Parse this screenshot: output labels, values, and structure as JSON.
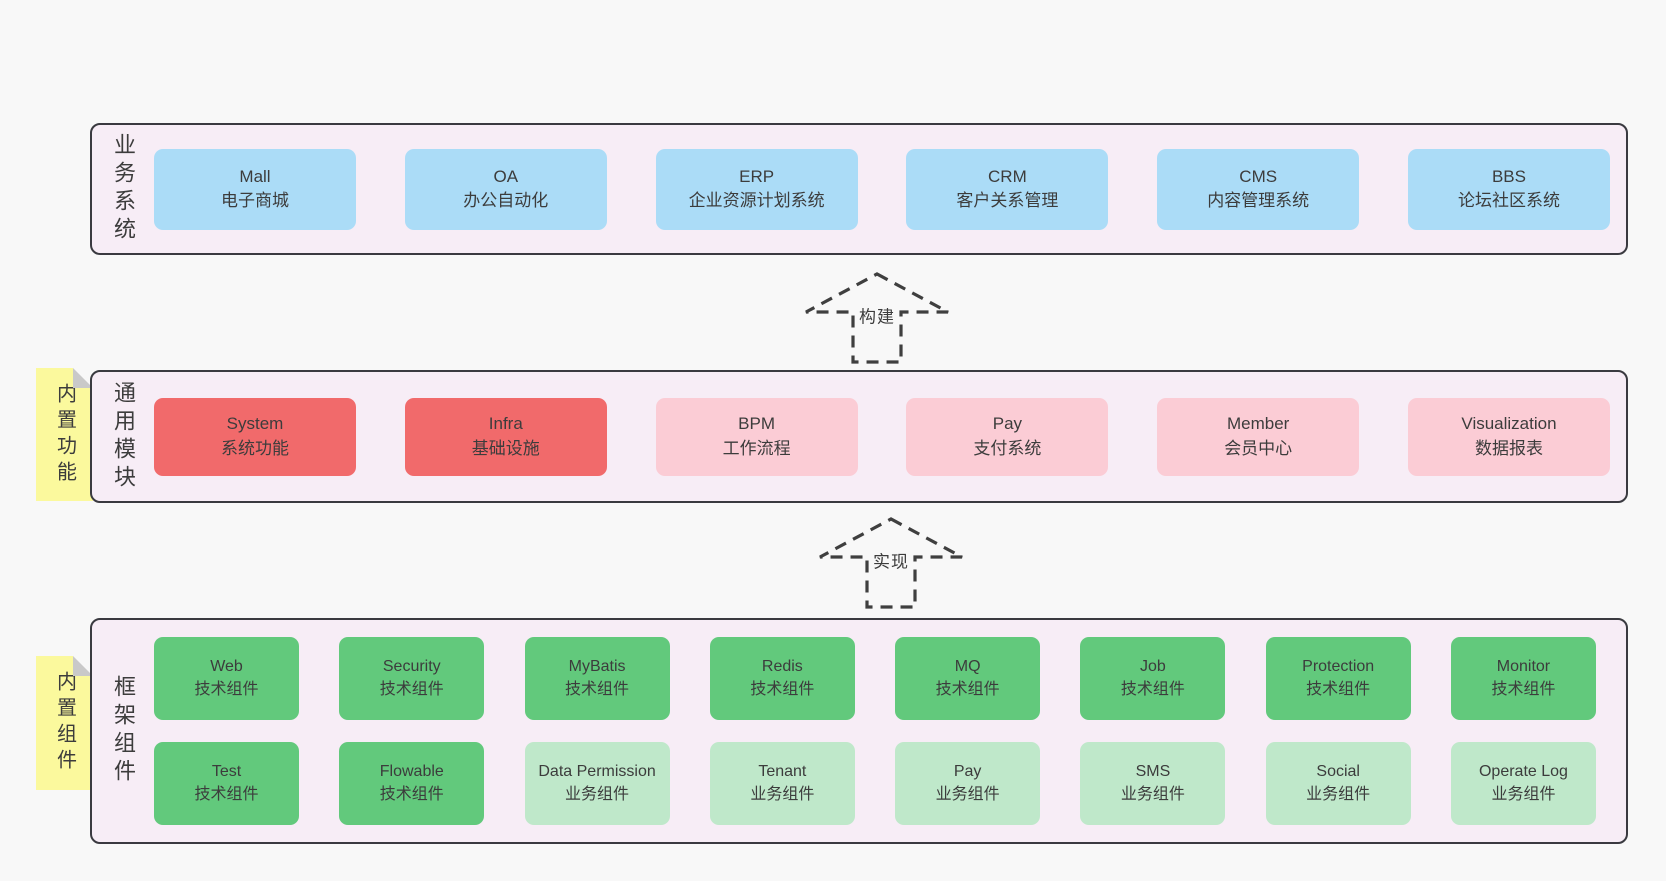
{
  "colors": {
    "page_background": "#f8f8f8",
    "panel_background": "#f7edf6",
    "panel_border": "#3a3a40",
    "business_box_blue": "#abdcf7",
    "module_box_red": "#f16a6b",
    "module_box_pink": "#fbccd5",
    "tech_component_green": "#62c97c",
    "biz_component_green_light": "#bfe8ca",
    "sticky_yellow": "#fbf99d",
    "sticky_fold_gray": "#c9c9c9",
    "text": "#3c3c3c"
  },
  "arrows": {
    "build": "构建",
    "implement": "实现"
  },
  "business": {
    "label": "业务系统",
    "boxes": [
      {
        "name": "Mall",
        "desc": "电子商城",
        "variant": "blue"
      },
      {
        "name": "OA",
        "desc": "办公自动化",
        "variant": "blue"
      },
      {
        "name": "ERP",
        "desc": "企业资源计划系统",
        "variant": "blue"
      },
      {
        "name": "CRM",
        "desc": "客户关系管理",
        "variant": "blue"
      },
      {
        "name": "CMS",
        "desc": "内容管理系统",
        "variant": "blue"
      },
      {
        "name": "BBS",
        "desc": "论坛社区系统",
        "variant": "blue"
      }
    ]
  },
  "modules": {
    "label": "通用模块",
    "sticky": "内置功能",
    "boxes": [
      {
        "name": "System",
        "desc": "系统功能",
        "variant": "red"
      },
      {
        "name": "Infra",
        "desc": "基础设施",
        "variant": "red"
      },
      {
        "name": "BPM",
        "desc": "工作流程",
        "variant": "pink"
      },
      {
        "name": "Pay",
        "desc": "支付系统",
        "variant": "pink"
      },
      {
        "name": "Member",
        "desc": "会员中心",
        "variant": "pink"
      },
      {
        "name": "Visualization",
        "desc": "数据报表",
        "variant": "pink"
      }
    ]
  },
  "components": {
    "label": "框架组件",
    "sticky": "内置组件",
    "row1": [
      {
        "name": "Web",
        "desc": "技术组件",
        "variant": "green"
      },
      {
        "name": "Security",
        "desc": "技术组件",
        "variant": "green"
      },
      {
        "name": "MyBatis",
        "desc": "技术组件",
        "variant": "green"
      },
      {
        "name": "Redis",
        "desc": "技术组件",
        "variant": "green"
      },
      {
        "name": "MQ",
        "desc": "技术组件",
        "variant": "green"
      },
      {
        "name": "Job",
        "desc": "技术组件",
        "variant": "green"
      },
      {
        "name": "Protection",
        "desc": "技术组件",
        "variant": "green"
      },
      {
        "name": "Monitor",
        "desc": "技术组件",
        "variant": "green"
      }
    ],
    "row2": [
      {
        "name": "Test",
        "desc": "技术组件",
        "variant": "green"
      },
      {
        "name": "Flowable",
        "desc": "技术组件",
        "variant": "green"
      },
      {
        "name": "Data Permission",
        "desc": "业务组件",
        "variant": "green-light"
      },
      {
        "name": "Tenant",
        "desc": "业务组件",
        "variant": "green-light"
      },
      {
        "name": "Pay",
        "desc": "业务组件",
        "variant": "green-light"
      },
      {
        "name": "SMS",
        "desc": "业务组件",
        "variant": "green-light"
      },
      {
        "name": "Social",
        "desc": "业务组件",
        "variant": "green-light"
      },
      {
        "name": "Operate Log",
        "desc": "业务组件",
        "variant": "green-light"
      }
    ]
  }
}
